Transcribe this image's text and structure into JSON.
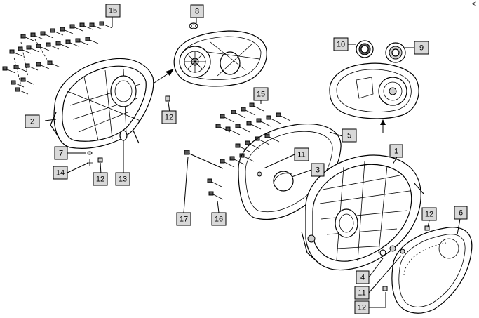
{
  "corner_mark": "<",
  "callouts": [
    {
      "id": "c15a",
      "label": "15"
    },
    {
      "id": "c8",
      "label": "8"
    },
    {
      "id": "c10",
      "label": "10"
    },
    {
      "id": "c9",
      "label": "9"
    },
    {
      "id": "c2",
      "label": "2"
    },
    {
      "id": "c12a",
      "label": "12"
    },
    {
      "id": "c15b",
      "label": "15"
    },
    {
      "id": "c5",
      "label": "5"
    },
    {
      "id": "c7",
      "label": "7"
    },
    {
      "id": "c14",
      "label": "14"
    },
    {
      "id": "c12b",
      "label": "12"
    },
    {
      "id": "c13",
      "label": "13"
    },
    {
      "id": "c11a",
      "label": "11"
    },
    {
      "id": "c3",
      "label": "3"
    },
    {
      "id": "c1",
      "label": "1"
    },
    {
      "id": "c17",
      "label": "17"
    },
    {
      "id": "c16",
      "label": "16"
    },
    {
      "id": "c12c",
      "label": "12"
    },
    {
      "id": "c6",
      "label": "6"
    },
    {
      "id": "c4",
      "label": "4"
    },
    {
      "id": "c11b",
      "label": "11"
    },
    {
      "id": "c12d",
      "label": "12"
    }
  ]
}
